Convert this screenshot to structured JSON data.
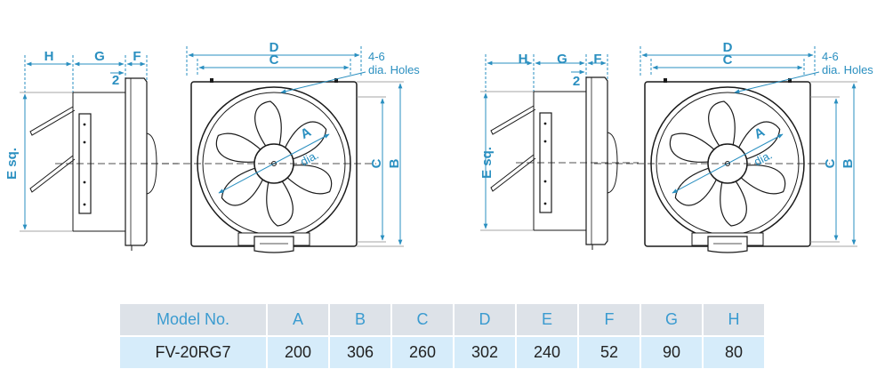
{
  "diagram": {
    "dimension_letters": {
      "A": "A",
      "B": "B",
      "C": "C",
      "D": "D",
      "E_sq": "E sq.",
      "F": "F",
      "G": "G",
      "H": "H",
      "two": "2"
    },
    "hole_note_line1": "4-6",
    "hole_note_line2": "dia. Holes",
    "dia_label": "dia.",
    "views": [
      "left-variant",
      "right-variant"
    ]
  },
  "table": {
    "headers": [
      "Model No.",
      "A",
      "B",
      "C",
      "D",
      "E",
      "F",
      "G",
      "H"
    ],
    "rows": [
      [
        "FV-20RG7",
        "200",
        "306",
        "260",
        "302",
        "240",
        "52",
        "90",
        "80"
      ]
    ]
  },
  "colors": {
    "line": "#1a1a1a",
    "dimension": "#2a8fc0",
    "header_bg": "#dde2e8",
    "header_text": "#3a9bd0",
    "row_bg": "#d6ecfa"
  }
}
